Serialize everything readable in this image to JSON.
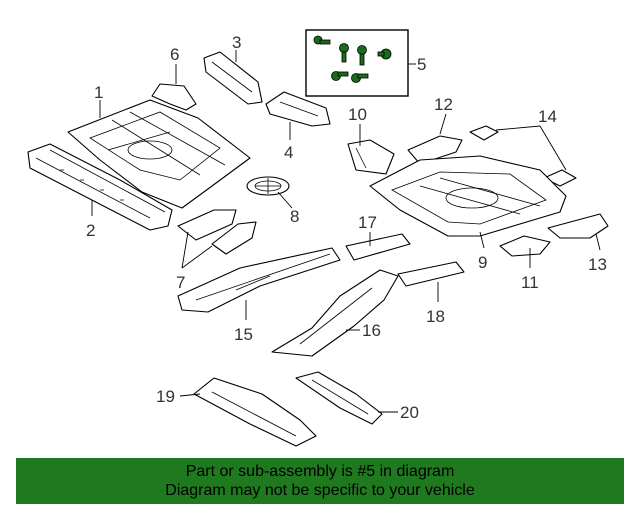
{
  "callouts": {
    "n1": "1",
    "n2": "2",
    "n3": "3",
    "n4": "4",
    "n5": "5",
    "n6": "6",
    "n7": "7",
    "n8": "8",
    "n9": "9",
    "n10": "10",
    "n11": "11",
    "n12": "12",
    "n13": "13",
    "n14": "14",
    "n15": "15",
    "n16": "16",
    "n17": "17",
    "n18": "18",
    "n19": "19",
    "n20": "20"
  },
  "highlight": {
    "part_number": "5",
    "box_color": "#000000",
    "bolt_color": "#1a6b1a"
  },
  "footer": {
    "line1": "Part or sub-assembly is #5 in diagram",
    "line2": "Diagram may not be specific to your vehicle",
    "background": "#1f7a1f"
  }
}
